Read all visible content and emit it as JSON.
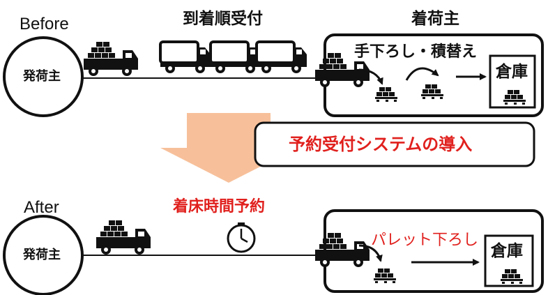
{
  "before": {
    "label": "Before",
    "shipper": "発荷主",
    "queue_label": "到着順受付",
    "consignee_label": "着荷主",
    "unload_label": "手下ろし・積替え",
    "warehouse": "倉庫"
  },
  "transition": {
    "banner": "予約受付システムの導入"
  },
  "after": {
    "label": "After",
    "shipper": "発荷主",
    "reservation_label": "着床時間予約",
    "unload_label": "パレット下ろし",
    "warehouse": "倉庫"
  },
  "colors": {
    "arrow_fill": "#f7c09a",
    "accent_red": "#e0201d",
    "stroke": "#111111"
  }
}
